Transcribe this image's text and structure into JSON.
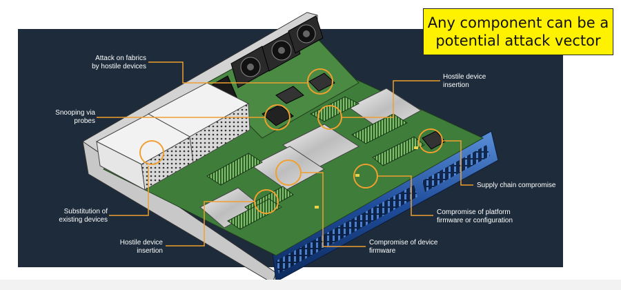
{
  "callout": {
    "text": "Any component can be a\npotential attack vector"
  },
  "labels": {
    "attack_fabrics": "Attack on fabrics\nby hostile devices",
    "snooping": "Snooping via\nprobes",
    "substitution": "Substitution of\nexisting devices",
    "hostile_insertion_bottom": "Hostile device\ninsertion",
    "hostile_insertion_top": "Hostile device\ninsertion",
    "supply_chain": "Supply chain compromise",
    "platform_firmware": "Compromise of platform\nfirmware or configuration",
    "device_firmware": "Compromise of device\nfirmware"
  },
  "colors": {
    "panel": "#1d2b3a",
    "leader_line": "#f0a030",
    "callout_fill": "#fff200",
    "pcb": "#3f7d3a"
  }
}
